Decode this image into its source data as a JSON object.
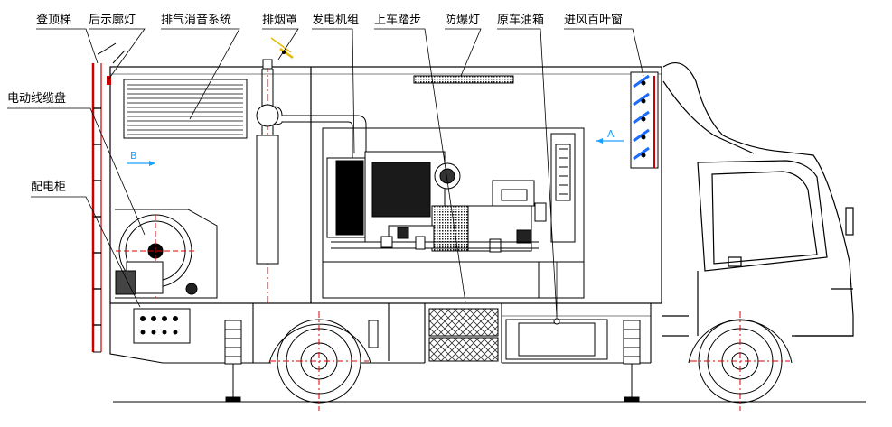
{
  "labels": {
    "ladder": "登顶梯",
    "rear_outline_light": "后示廓灯",
    "exhaust_muffler": "排气消音系统",
    "smoke_hood": "排烟罩",
    "genset": "发电机组",
    "boarding_step": "上车踏步",
    "explosion_proof_light": "防爆灯",
    "fuel_tank": "原车油箱",
    "intake_louver": "进风百叶窗",
    "cable_reel": "电动线缆盘",
    "distribution_cabinet": "配电柜"
  },
  "airflow": {
    "inlet": "A",
    "outlet": "B"
  },
  "colors": {
    "line": "#000000",
    "exhaust_pipe": "#cc0000",
    "centerline": "#e00000",
    "louver_blade": "#1b6cff",
    "arrow": "#1aa0ff",
    "body_gray": "#9a9a9a",
    "hatch": "#333333"
  }
}
